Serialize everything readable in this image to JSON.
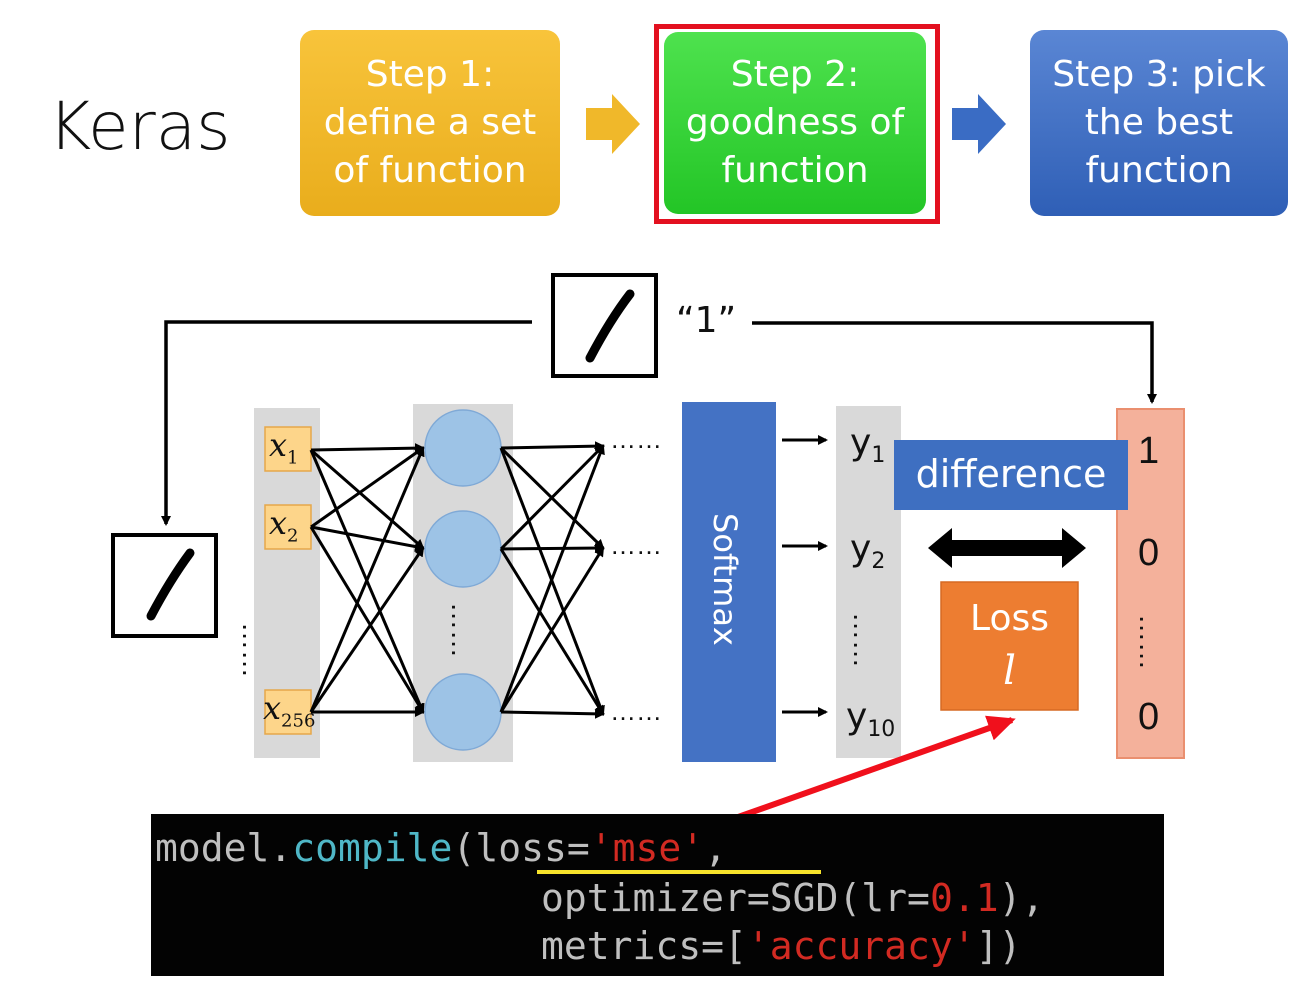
{
  "title": "Keras",
  "steps": [
    {
      "label": "Step 1:\ndefine a set\nof function"
    },
    {
      "label": "Step 2:\ngoodness of\nfunction"
    },
    {
      "label": "Step 3: pick\nthe best\nfunction"
    }
  ],
  "target_label": "“1”",
  "inputs": {
    "x1": "x",
    "x1_sub": "1",
    "x2": "x",
    "x2_sub": "2",
    "x256": "x",
    "x256_sub": "256",
    "dots": "……"
  },
  "hidden_dots": "……",
  "arrow_dots": "……",
  "softmax_label": "Softmax",
  "outputs": {
    "y1": "y",
    "y1_sub": "1",
    "y2": "y",
    "y2_sub": "2",
    "y10": "y",
    "y10_sub": "10",
    "dots": "……"
  },
  "difference_label": "difference",
  "loss_label": "Loss",
  "loss_symbol": "l",
  "target_vector": [
    "1",
    "0",
    "……",
    "0"
  ],
  "code": {
    "line1_a": "model.",
    "line1_kw": "compile",
    "line1_b": "(loss=",
    "line1_str": "'mse'",
    "line1_c": ",",
    "line2_a": "optimizer=SGD(lr=",
    "line2_num": "0.1",
    "line2_b": "),",
    "line3_a": "metrics=[",
    "line3_str": "'accuracy'",
    "line3_b": "])"
  },
  "colors": {
    "step1": "#f0b82a",
    "step2": "#33d135",
    "step3": "#3a6cc4",
    "highlight_frame": "#e3101f",
    "softmax": "#4472c4",
    "difference": "#3e6fc1",
    "loss": "#ed7d31",
    "target_vector": "#f4b19b",
    "neuron": "#9dc3e6",
    "input_box": "#fdd58a"
  }
}
